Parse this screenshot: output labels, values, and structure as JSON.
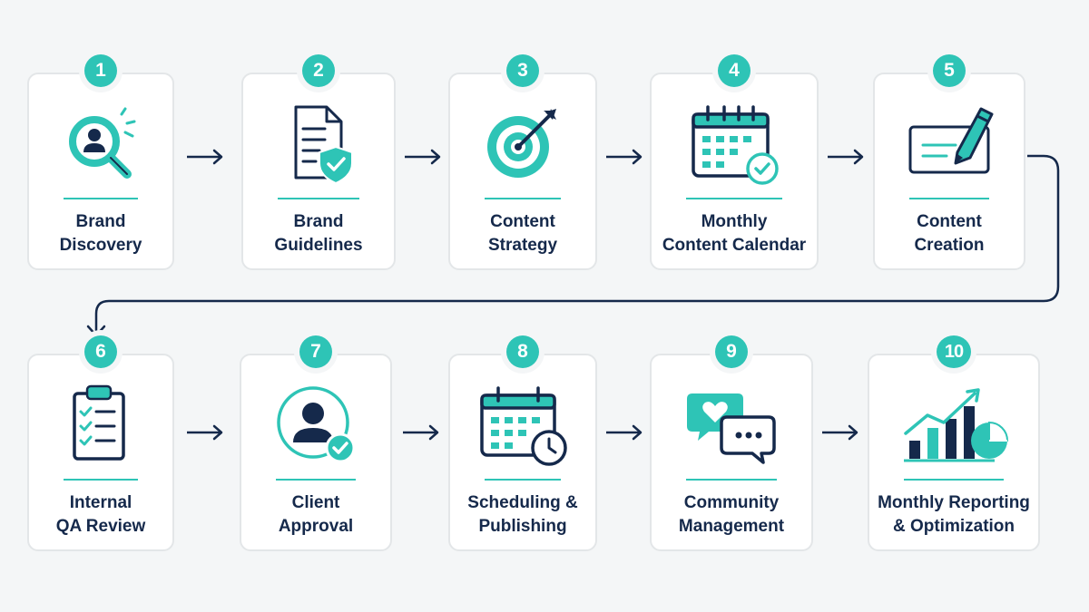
{
  "colors": {
    "accent": "#2ec4b6",
    "navy": "#15294b",
    "card_border": "#e3e6e8",
    "background": "#f4f6f7"
  },
  "steps": [
    {
      "number": "1",
      "line1": "Brand",
      "line2": "Discovery",
      "icon": "magnifier-person-icon"
    },
    {
      "number": "2",
      "line1": "Brand",
      "line2": "Guidelines",
      "icon": "document-shield-icon"
    },
    {
      "number": "3",
      "line1": "Content",
      "line2": "Strategy",
      "icon": "target-arrow-icon"
    },
    {
      "number": "4",
      "line1": "Monthly",
      "line2": "Content Calendar",
      "icon": "calendar-check-icon"
    },
    {
      "number": "5",
      "line1": "Content",
      "line2": "Creation",
      "icon": "pencil-edit-icon"
    },
    {
      "number": "6",
      "line1": "Internal",
      "line2": "QA Review",
      "icon": "clipboard-checklist-icon"
    },
    {
      "number": "7",
      "line1": "Client",
      "line2": "Approval",
      "icon": "user-approved-icon"
    },
    {
      "number": "8",
      "line1": "Scheduling &",
      "line2": "Publishing",
      "icon": "calendar-clock-icon"
    },
    {
      "number": "9",
      "line1": "Community",
      "line2": "Management",
      "icon": "chat-bubbles-icon"
    },
    {
      "number": "10",
      "line1": "Monthly Reporting",
      "line2": "& Optimization",
      "icon": "growth-chart-icon"
    }
  ]
}
